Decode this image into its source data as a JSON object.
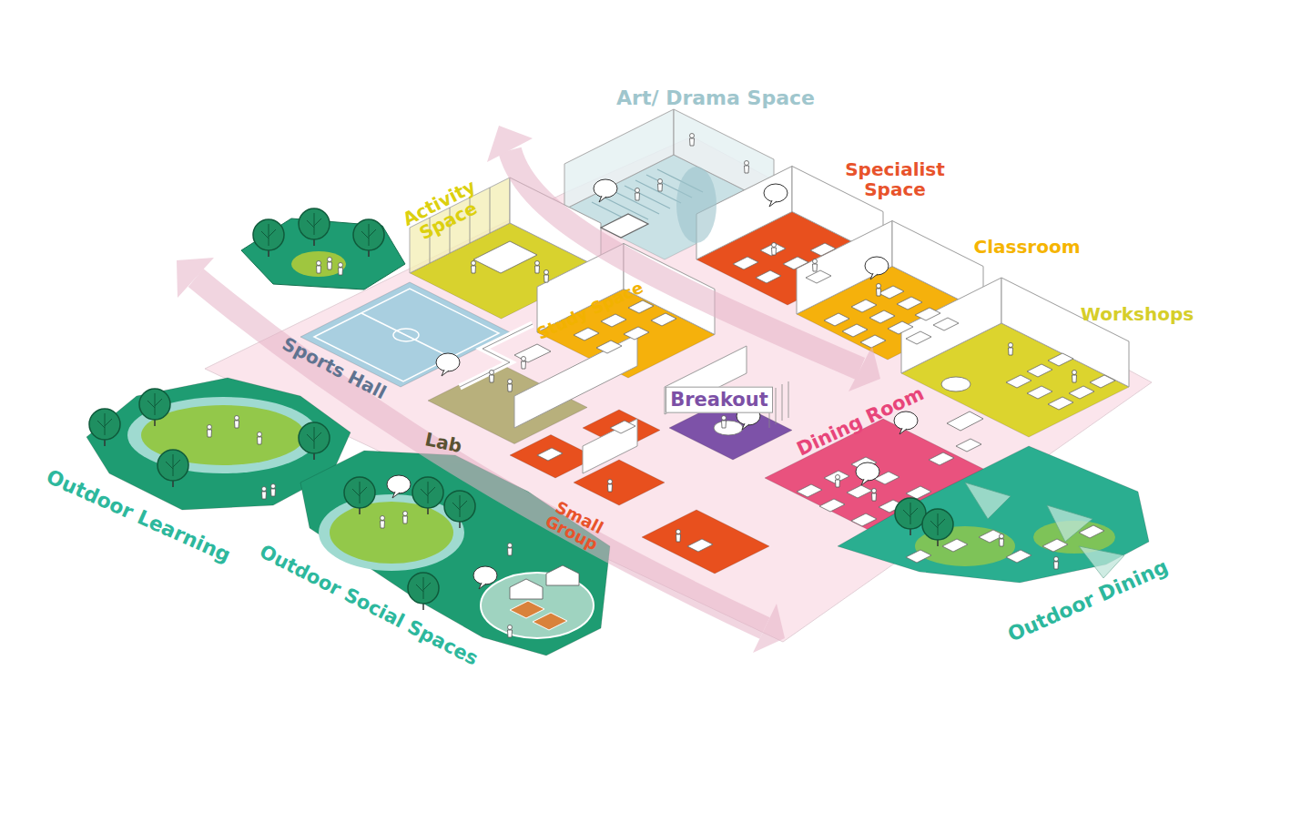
{
  "diagram": {
    "nodes": [
      {
        "text": [
          "Art/ Drama Space"
        ]
      },
      {
        "text": [
          "Specialist Space"
        ]
      },
      {
        "text": [
          "Activity Space"
        ]
      },
      {
        "text": [
          "Classroom"
        ]
      },
      {
        "text": [
          "Study Space"
        ]
      },
      {
        "text": [
          "Workshops"
        ]
      },
      {
        "text": [
          "Sports Hall"
        ]
      },
      {
        "text": [
          "Breakout"
        ]
      },
      {
        "text": [
          "Lab"
        ]
      },
      {
        "text": [
          "Dining Room"
        ]
      },
      {
        "text": [
          "Small Group"
        ]
      },
      {
        "text": [
          "Outdoor Learning"
        ]
      },
      {
        "text": [
          "Outdoor Social Spaces"
        ]
      },
      {
        "text": [
          "Outdoor Dining"
        ]
      }
    ]
  }
}
